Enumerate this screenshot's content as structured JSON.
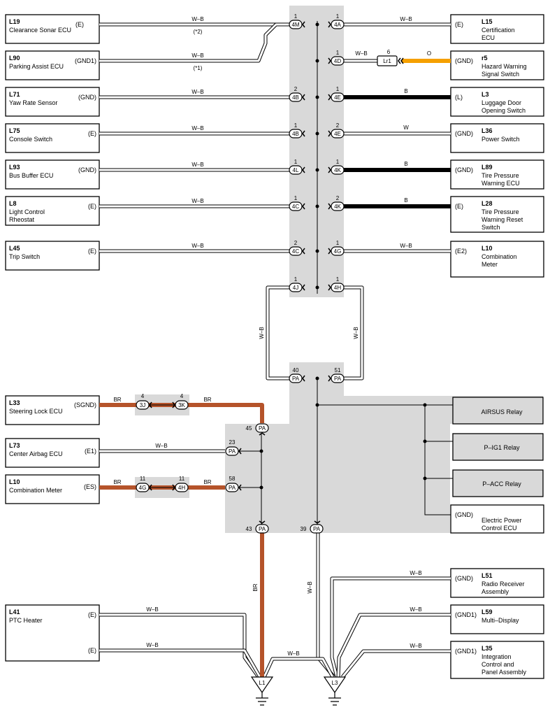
{
  "components": {
    "L19": {
      "code": "L19",
      "name": "Clearance Sonar ECU",
      "term": "(E)"
    },
    "L90": {
      "code": "L90",
      "name": "Parking Assist ECU",
      "term": "(GND1)"
    },
    "L71": {
      "code": "L71",
      "name": "Yaw Rate Sensor",
      "term": "(GND)"
    },
    "L75": {
      "code": "L75",
      "name": "Console Switch",
      "term": "(E)"
    },
    "L93": {
      "code": "L93",
      "name": "Bus Buffer ECU",
      "term": "(GND)"
    },
    "L8": {
      "code": "L8",
      "name1": "Light Control",
      "name2": "Rheostat",
      "term": "(E)"
    },
    "L45": {
      "code": "L45",
      "name": "Trip Switch",
      "term": "(E)"
    },
    "L15": {
      "code": "L15",
      "name1": "Certification",
      "name2": "ECU",
      "term": "(E)"
    },
    "r5": {
      "code": "r5",
      "name1": "Hazard Warning",
      "name2": "Signal Switch",
      "term": "(GND)"
    },
    "L3": {
      "code": "L3",
      "name1": "Luggage Door",
      "name2": "Opening Switch",
      "term": "(L)"
    },
    "L36": {
      "code": "L36",
      "name": "Power Switch",
      "term": "(GND)"
    },
    "L89": {
      "code": "L89",
      "name1": "Tire Pressure",
      "name2": "Warning ECU",
      "term": "(GND)"
    },
    "L28": {
      "code": "L28",
      "name1": "Tire Pressure",
      "name2": "Warning Reset",
      "name3": "Switch",
      "term": "(E)"
    },
    "L10r": {
      "code": "L10",
      "name1": "Combination",
      "name2": "Meter",
      "term": "(E2)"
    },
    "L33": {
      "code": "L33",
      "name": "Steering Lock ECU",
      "term": "(SGND)"
    },
    "L73": {
      "code": "L73",
      "name": "Center Airbag ECU",
      "term": "(E1)"
    },
    "L10l": {
      "code": "L10",
      "name": "Combination Meter",
      "term": "(ES)"
    },
    "L41": {
      "code": "L41",
      "name": "PTC Heater",
      "term1": "(E)",
      "term2": "(E)"
    },
    "L51": {
      "code": "L51",
      "name1": "Radio Receiver",
      "name2": "Assembly",
      "term": "(GND)"
    },
    "L59": {
      "code": "L59",
      "name": "Multi–Display",
      "term": "(GND1)"
    },
    "L35": {
      "code": "L35",
      "name1": "Integration",
      "name2": "Control and",
      "name3": "Panel Assembly",
      "term": "(GND1)"
    },
    "EPC": {
      "term": "(GND)",
      "name1": "Electric Power",
      "name2": "Control ECU"
    }
  },
  "relays": {
    "airsus": "AIRSUS Relay",
    "pig1": "P–IG1 Relay",
    "pacc": "P–ACC Relay"
  },
  "connectors": {
    "c4M": "4M",
    "c4A": "4A",
    "c4D": "4D",
    "c4B": "4B",
    "c4E": "4E",
    "c4L": "4L",
    "c4K": "4K",
    "c4C": "4C",
    "c4G": "4G",
    "c4J": "4J",
    "c4H": "4H",
    "cPA": "PA",
    "c3J": "3J",
    "c3K": "3K",
    "cLr1": "Lr1"
  },
  "pins": {
    "p1": "1",
    "p2": "2",
    "p4": "4",
    "p6": "6",
    "p11": "11",
    "p23": "23",
    "p39": "39",
    "p40": "40",
    "p43": "43",
    "p45": "45",
    "p51": "51",
    "p58": "58"
  },
  "wires": {
    "wb": "W–B",
    "b": "B",
    "w": "W",
    "o": "O",
    "br": "BR"
  },
  "notes": {
    "n1": "(*1)",
    "n2": "(*2)"
  },
  "grounds": {
    "g1": "L1",
    "g2": "L3"
  },
  "colors": {
    "br": "#b5532a",
    "orange": "#f5a000",
    "gray": "#d9d9d9"
  }
}
